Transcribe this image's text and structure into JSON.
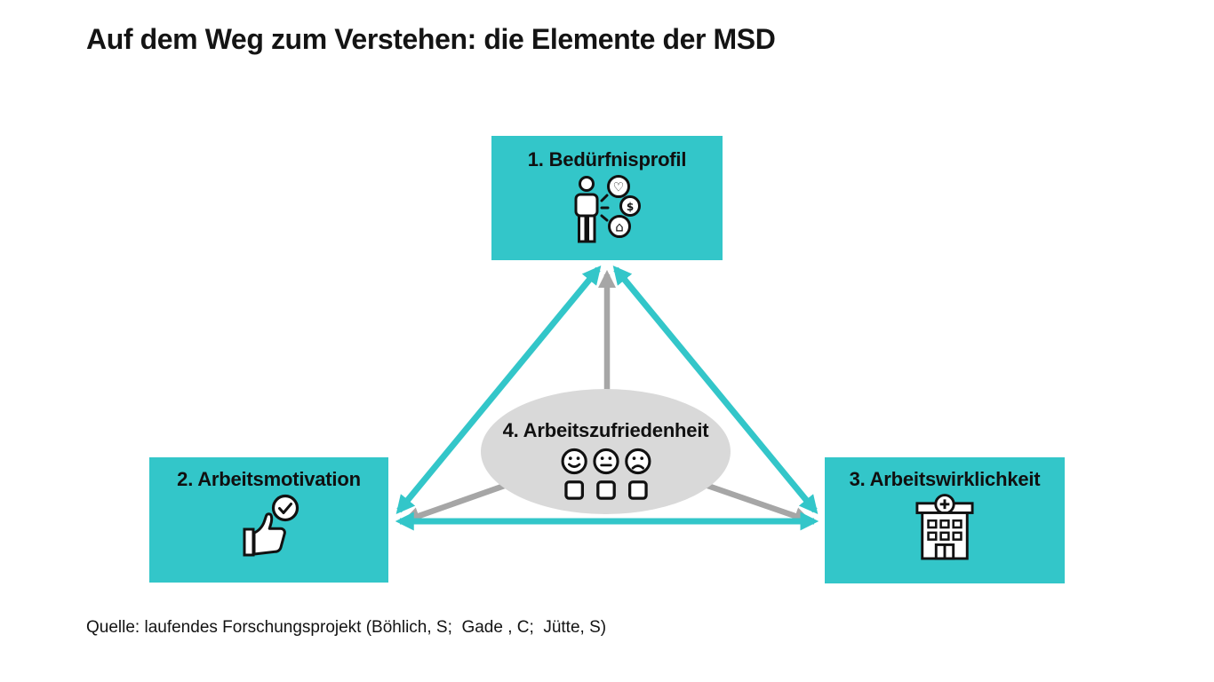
{
  "slide": {
    "title": "Auf dem Weg zum Verstehen: die Elemente der MSD",
    "source": "Quelle: laufendes Forschungsprojekt (Böhlich, S;  Gade , C;  Jütte, S)"
  },
  "diagram": {
    "colors": {
      "node_fill": "#33c6c9",
      "ellipse_fill": "#d9d9d9",
      "teal_arrow": "#33c6c9",
      "gray_arrow": "#a6a6a6",
      "icon_stroke": "#111111",
      "label_text": "#101010",
      "background": "#ffffff"
    },
    "nodes": {
      "beduerfnisprofil": {
        "label": "1. Bedürfnisprofil",
        "icon": "person-needs-icon"
      },
      "arbeitsmotivation": {
        "label": "2. Arbeitsmotivation",
        "icon": "thumbs-up-check-icon"
      },
      "arbeitswirklichkeit": {
        "label": "3. Arbeitswirklichkeit",
        "icon": "hospital-building-icon"
      },
      "arbeitszufriedenheit": {
        "label": "4. Arbeitszufriedenheit",
        "icon": "satisfaction-faces-icon"
      }
    },
    "glyphs": {
      "heart": "♡",
      "dollar": "$",
      "house": "⌂"
    },
    "connections": [
      {
        "from": "beduerfnisprofil",
        "to": "arbeitsmotivation",
        "style": "teal-double-arrow"
      },
      {
        "from": "beduerfnisprofil",
        "to": "arbeitswirklichkeit",
        "style": "teal-double-arrow"
      },
      {
        "from": "arbeitsmotivation",
        "to": "arbeitswirklichkeit",
        "style": "teal-double-arrow"
      },
      {
        "from": "arbeitszufriedenheit",
        "to": "beduerfnisprofil",
        "style": "gray-arrow"
      },
      {
        "from": "arbeitszufriedenheit",
        "to": "arbeitsmotivation",
        "style": "gray-arrow"
      },
      {
        "from": "arbeitszufriedenheit",
        "to": "arbeitswirklichkeit",
        "style": "gray-arrow"
      }
    ]
  }
}
